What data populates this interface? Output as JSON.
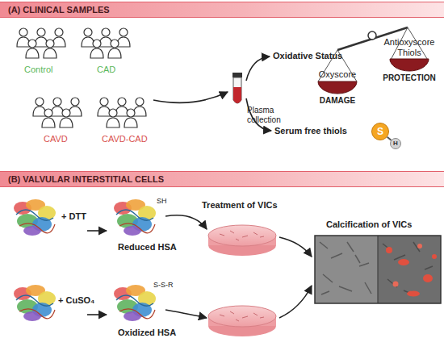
{
  "diagram": {
    "nodes": [
      {
        "text": [
          "(A) CLINICAL SAMPLES"
        ]
      },
      {
        "text": [
          "Oxyscore",
          "DAMAGE"
        ]
      },
      {
        "text": [
          "Antioxyscore Thiols",
          "PROTECTION"
        ]
      },
      {
        "text": [
          "S"
        ]
      },
      {
        "text": [
          "H"
        ]
      },
      {
        "text": [
          "(B) VALVULAR INTERSTITIAL CELLS"
        ]
      }
    ],
    "edges": [
      {
        "from": 3,
        "to": 4,
        "arrow": "none"
      }
    ],
    "labels": [
      "Control",
      "CAD",
      "CAVD",
      "CAVD-CAD",
      "Plasma collection",
      "Oxidative Status",
      "Serum free thiols",
      "+ DTT",
      "SH",
      "Reduced HSA",
      "+ CuSO₄",
      "S-S-R",
      "Oxidized HSA",
      "Treatment of VICs",
      "Calcification of VICs"
    ]
  }
}
